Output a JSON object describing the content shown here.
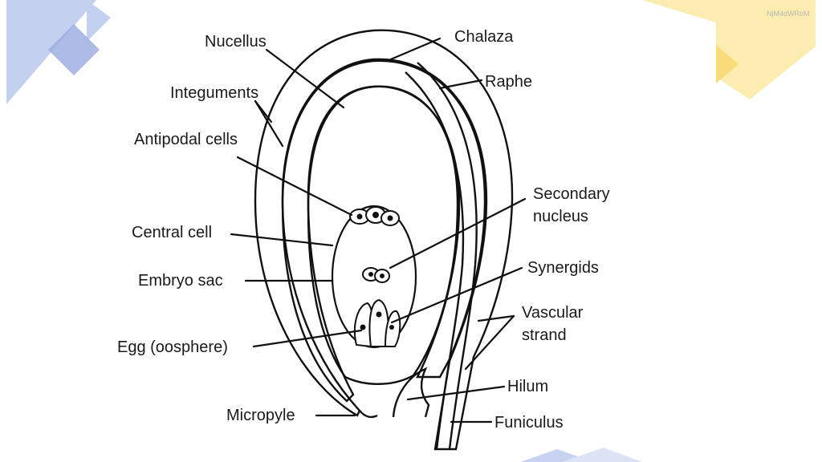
{
  "watermark": "NjM4dWRoM",
  "labels": {
    "nucellus": "Nucellus",
    "chalaza": "Chalaza",
    "integuments": "Integuments",
    "raphe": "Raphe",
    "antipodal_cells": "Antipodal cells",
    "secondary_nucleus_line1": "Secondary",
    "secondary_nucleus_line2": "nucleus",
    "central_cell": "Central cell",
    "synergids": "Synergids",
    "embryo_sac": "Embryo sac",
    "vascular_strand_line1": "Vascular",
    "vascular_strand_line2": "strand",
    "egg": "Egg (oosphere)",
    "hilum": "Hilum",
    "micropyle": "Micropyle",
    "funiculus": "Funiculus"
  },
  "colors": {
    "accent_blue": "#b9c9ec",
    "accent_blue_dark": "#8fa6de",
    "accent_yellow": "#fbe9a3",
    "accent_yellow_dark": "#f7da74"
  }
}
